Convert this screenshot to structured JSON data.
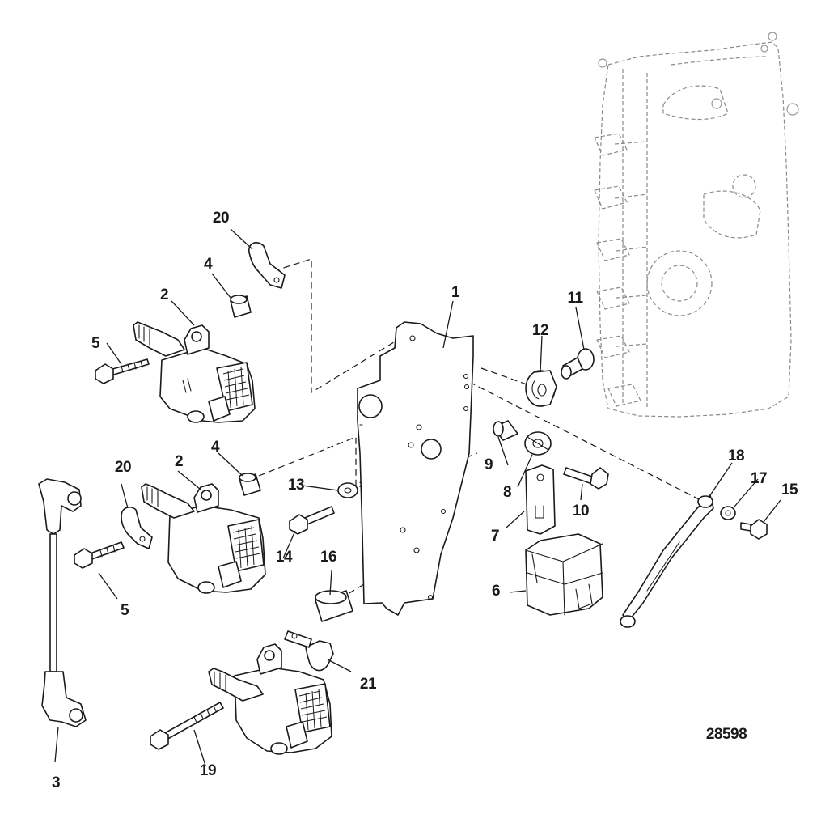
{
  "callouts": {
    "c1": "1",
    "c2a": "2",
    "c2b": "2",
    "c3": "3",
    "c4a": "4",
    "c4b": "4",
    "c5a": "5",
    "c5b": "5",
    "c6": "6",
    "c7": "7",
    "c8": "8",
    "c9": "9",
    "c10": "10",
    "c11": "11",
    "c12": "12",
    "c13": "13",
    "c14": "14",
    "c15": "15",
    "c16": "16",
    "c17": "17",
    "c18": "18",
    "c19": "19",
    "c20a": "20",
    "c20b": "20",
    "c21": "21"
  },
  "figure_number": "28598",
  "colors": {
    "ink": "#1a1a1a",
    "ghost": "#8a8a8a",
    "background": "#ffffff"
  }
}
